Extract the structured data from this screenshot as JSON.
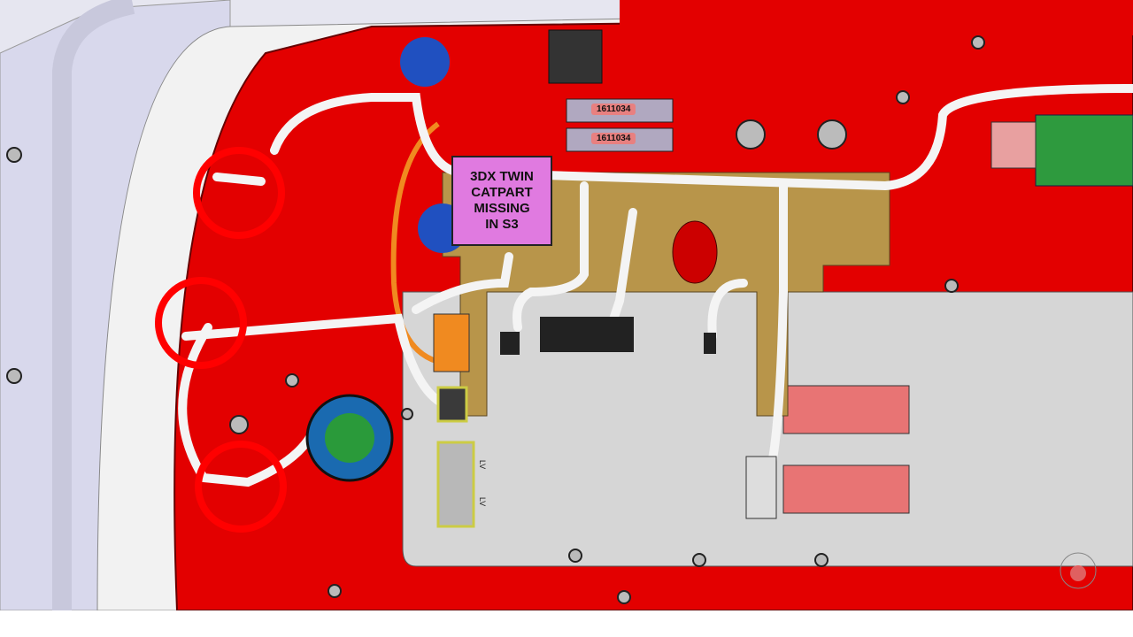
{
  "annotation": {
    "missing_label": "3DX TWIN\nCATPART\nMISSING\nIN S3"
  },
  "connectors": [
    {
      "part_number": "1611034"
    },
    {
      "part_number": "1611034"
    }
  ],
  "lv_labels": [
    "LV",
    "LV"
  ],
  "colors": {
    "housing_red": "#e30000",
    "tray_gray": "#d6d6d6",
    "bracket_tan": "#b8954a",
    "highlight_circle": "#ff0000",
    "missing_label_bg": "#e07ae0"
  }
}
